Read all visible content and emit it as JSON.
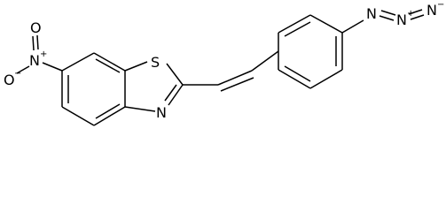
{
  "molecule": {
    "atom_labels": {
      "ring_sulfur": "S",
      "ring_nitrogen": "N",
      "nitro_oxygen_top": "O",
      "nitro_nitrogen": "N",
      "nitro_nitrogen_charge": "+",
      "nitro_oxygen_bottom": "O",
      "nitro_oxygen_bottom_charge": "−",
      "azide_nitrogen_1": "N",
      "azide_nitrogen_2": "N",
      "azide_nitrogen_2_charge": "+",
      "azide_nitrogen_3": "N",
      "azide_nitrogen_3_charge": "−"
    }
  }
}
